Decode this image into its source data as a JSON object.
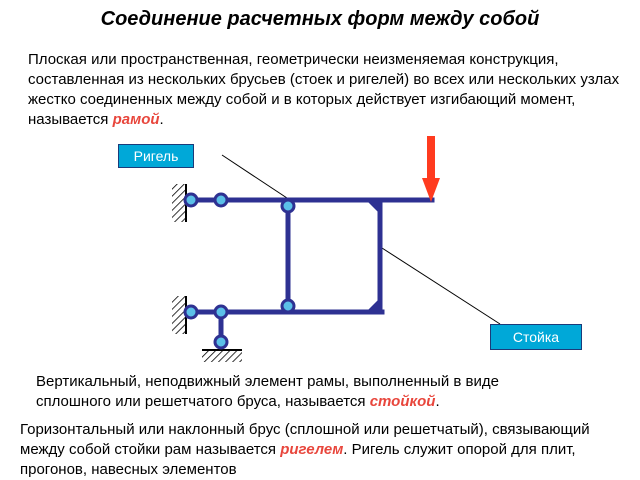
{
  "title": "Соединение расчетных форм между собой",
  "intro": {
    "text_before": "Плоская или пространственная, геометрически неизменяемая  конструкция, составленная из нескольких брусьев (стоек и ригелей) во всех или нескольких узлах жестко соединенных между собой и в которых действует изгибающий момент, называется ",
    "term": "рамой",
    "text_after": "."
  },
  "stoyka_def": {
    "text_before": "Вертикальный, неподвижный элемент рамы, выполненный в виде сплошного или решетчатого бруса, называется ",
    "term": "стойкой",
    "text_after": "."
  },
  "rigel_def": {
    "text_before": "Горизонтальный или наклонный брус (сплошной или решетчатый), связывающий между собой стойки рам называется ",
    "term": "ригелем",
    "text_after": ". Ригель служит опорой для плит, прогонов, навесных элементов"
  },
  "labels": {
    "rigel": "Ригель",
    "stoyka": "Стойка"
  },
  "colors": {
    "frame": "#2e3192",
    "joint_fill": "#5bc0e8",
    "load_arrow": "#ff3b1f",
    "label_bg": "#00a8d8",
    "term": "#e8463c"
  }
}
